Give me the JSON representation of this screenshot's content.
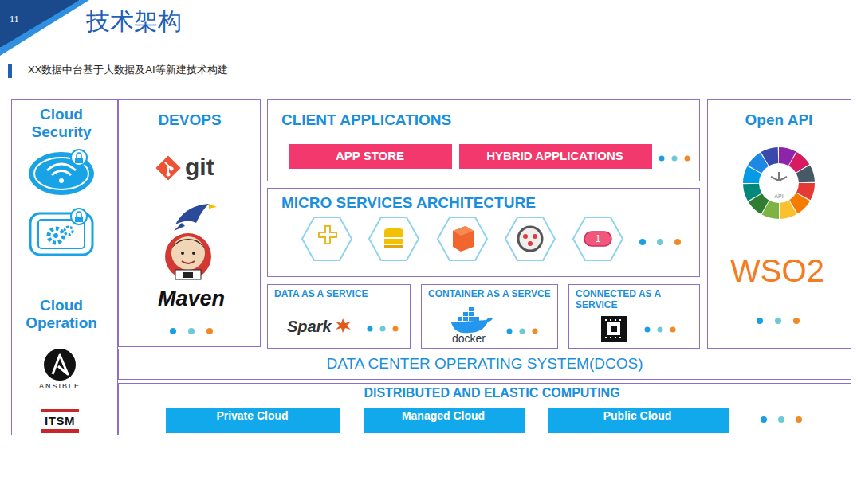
{
  "diagram": {
    "title": "技术架构",
    "nodes": [
      {
        "text": [
          "Cloud Security",
          "Cloud Operation",
          "ANSIBLE",
          "ITSM"
        ]
      },
      {
        "text": [
          "DEVOPS",
          "git",
          "Maven"
        ]
      },
      {
        "text": [
          "CLIENT APPLICATIONS"
        ]
      },
      {
        "text": [
          "APP STORE"
        ],
        "in": 2
      },
      {
        "text": [
          "HYBRID APPLICATIONS"
        ],
        "in": 2
      },
      {
        "text": [
          "MICRO SERVICES ARCHITECTURE",
          "1"
        ]
      },
      {
        "text": [
          "DATA AS A SERVICE",
          "Spark"
        ]
      },
      {
        "text": [
          "CONTAINER AS A SERVCE",
          "docker"
        ]
      },
      {
        "text": [
          "CONNECTED AS A SERVICE"
        ]
      },
      {
        "text": [
          "Open API",
          "API",
          "WSO2"
        ]
      },
      {
        "text": [
          "DATA CENTER OPERATING SYSTEM(DCOS)"
        ]
      },
      {
        "text": [
          "DISTRIBUTED AND ELASTIC COMPUTING"
        ]
      },
      {
        "text": [
          "Private Cloud"
        ],
        "in": 11
      },
      {
        "text": [
          "Managed Cloud"
        ],
        "in": 11
      },
      {
        "text": [
          "Public Cloud"
        ],
        "in": 11
      }
    ],
    "labels": [
      "11",
      "XX数据中台基于大数据及AI等新建技术构建"
    ]
  }
}
